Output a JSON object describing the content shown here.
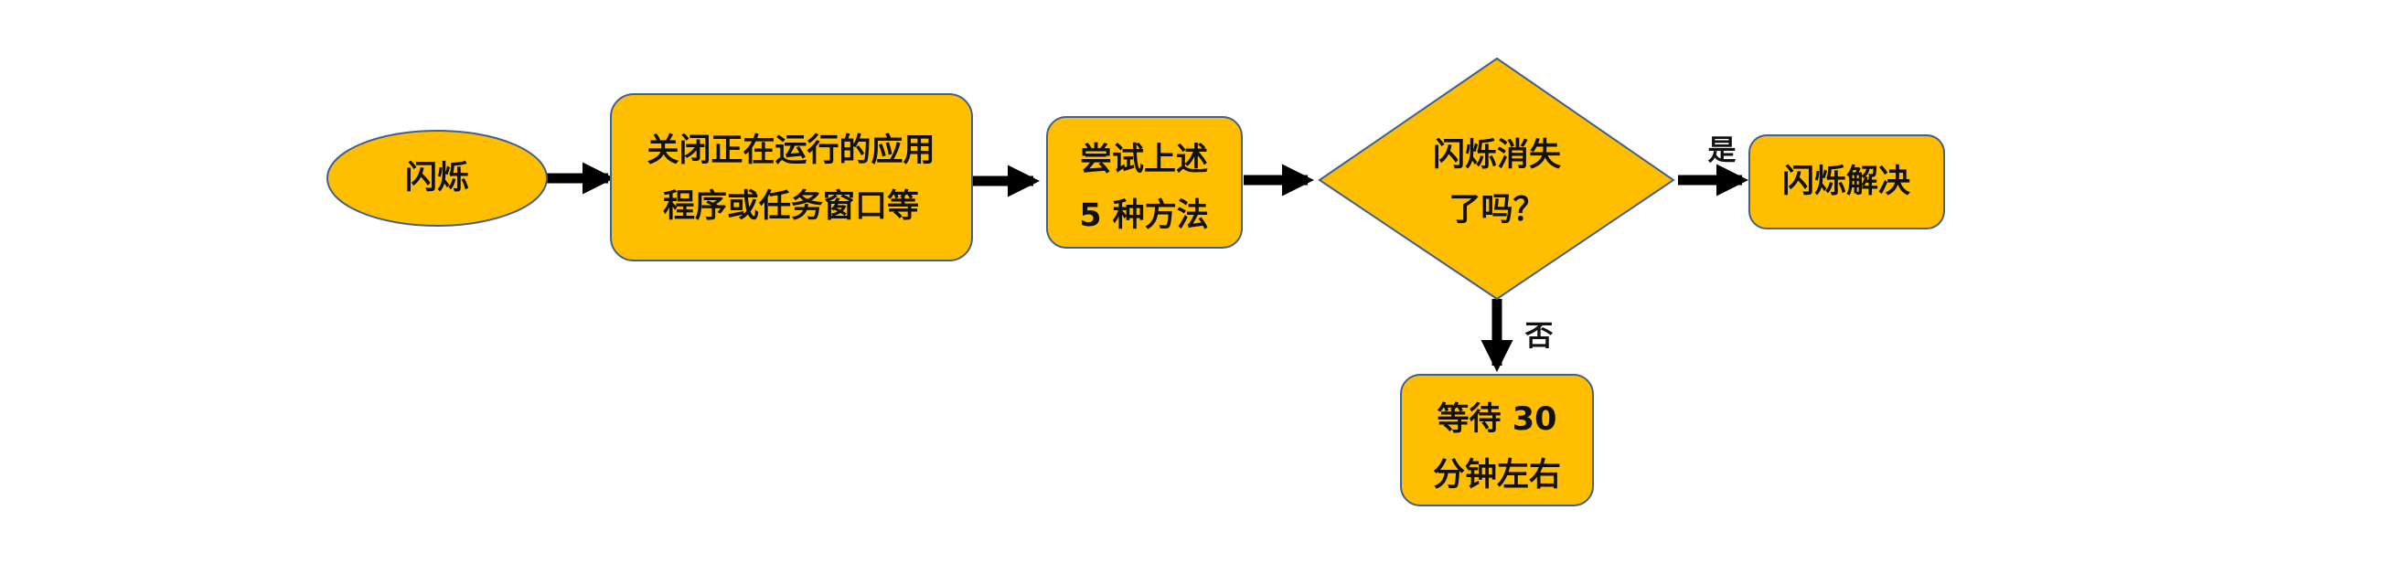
{
  "colors": {
    "node_fill": "#FFBF00",
    "node_stroke": "#41608A",
    "arrow": "#000000",
    "text": "#111111",
    "background": "#FFFFFF"
  },
  "nodes": {
    "start": {
      "shape": "ellipse",
      "lines": [
        "闪烁"
      ]
    },
    "close_apps": {
      "shape": "rounded-rect",
      "lines": [
        "关闭正在运行的应用",
        "程序或任务窗口等"
      ]
    },
    "try_methods": {
      "shape": "rounded-rect",
      "lines": [
        "尝试上述",
        "5 种方法"
      ]
    },
    "decision": {
      "shape": "diamond",
      "lines": [
        "闪烁消失",
        "了吗？"
      ]
    },
    "resolved": {
      "shape": "rounded-rect",
      "lines": [
        "闪烁解决"
      ]
    },
    "wait": {
      "shape": "rounded-rect",
      "lines": [
        "等待 30",
        "分钟左右"
      ]
    }
  },
  "edges": {
    "yes_label": "是",
    "no_label": "否"
  }
}
